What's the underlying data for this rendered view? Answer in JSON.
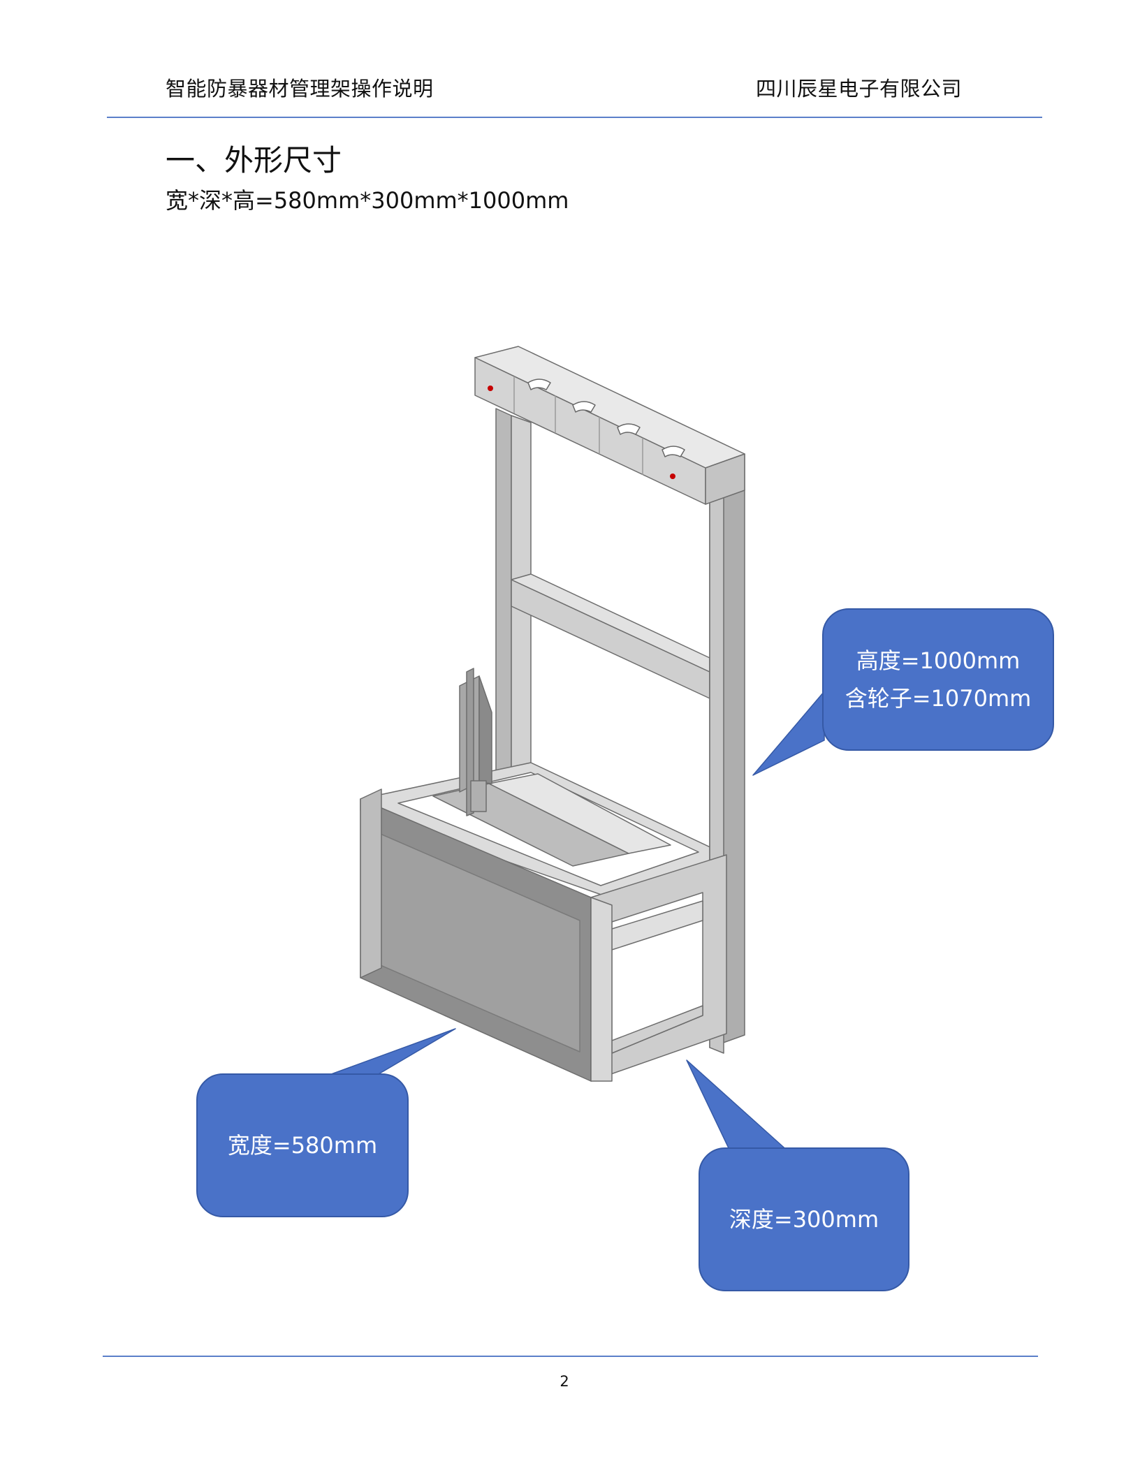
{
  "header": {
    "doc_title": "智能防暴器材管理架操作说明",
    "company": "四川辰星电子有限公司"
  },
  "section": {
    "title": "一、外形尺寸",
    "dimensions": "宽*深*高=580mm*300mm*1000mm"
  },
  "figure": {
    "callouts": {
      "height_line1": "高度=1000mm",
      "height_line2": "含轮子=1070mm",
      "width": "宽度=580mm",
      "depth": "深度=300mm"
    },
    "colors": {
      "callout_fill": "#4a72c8",
      "frame_light": "#d6d6d6",
      "frame_mid": "#b3b3b3",
      "frame_dark": "#8e8e8e"
    }
  },
  "footer": {
    "page_number": "2"
  }
}
